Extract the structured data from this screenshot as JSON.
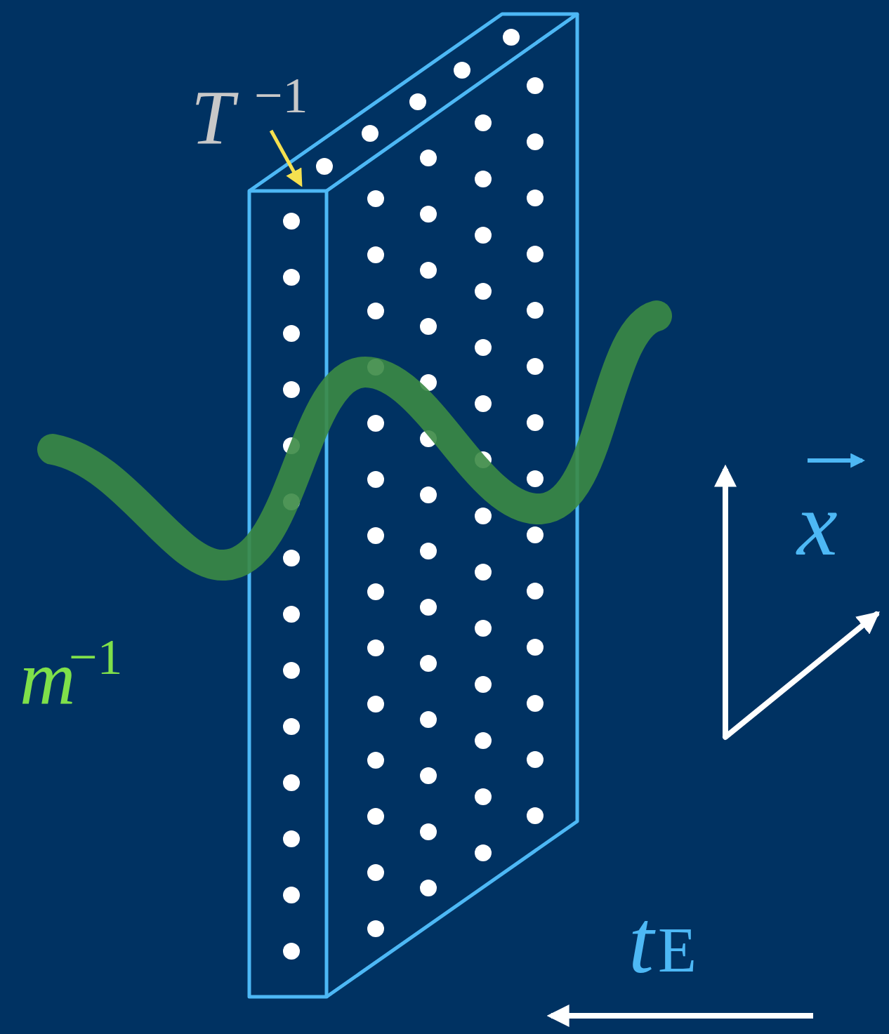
{
  "diagram": {
    "labels": [
      "T",
      "−1",
      "m",
      "−1",
      "x",
      "t",
      "E"
    ]
  }
}
